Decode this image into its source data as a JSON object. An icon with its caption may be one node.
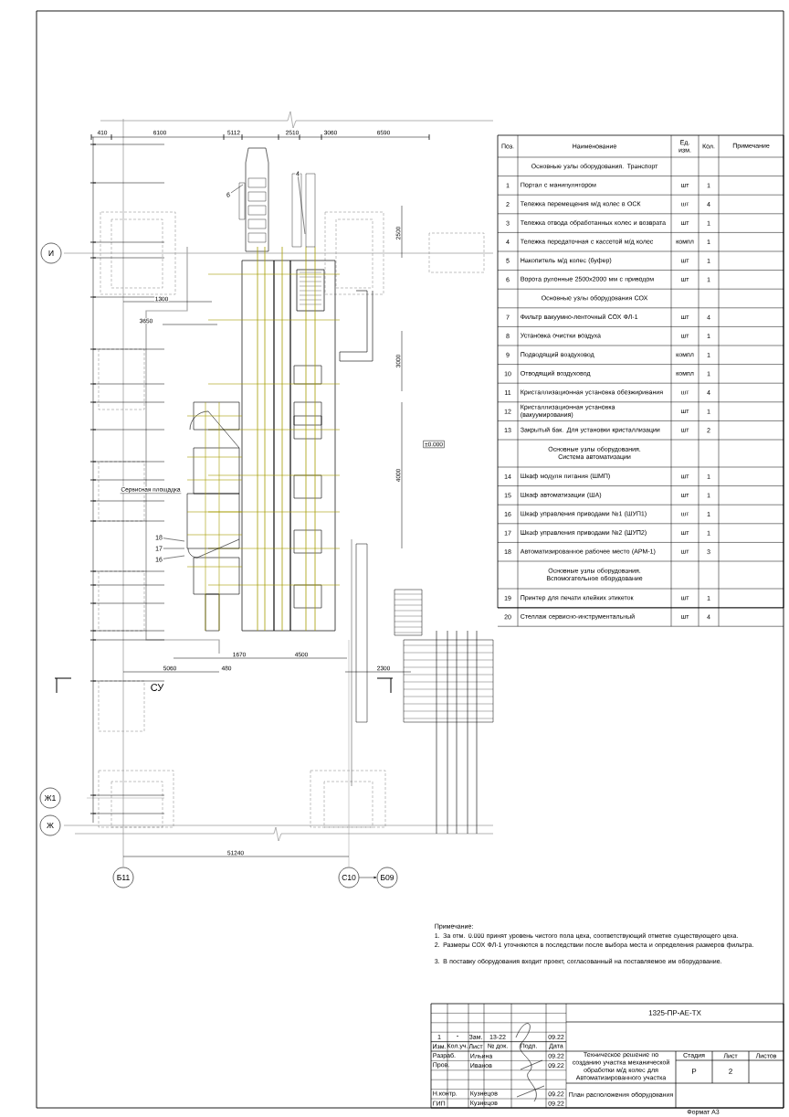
{
  "diagram": {
    "nodes": [
      {
        "text": [
          "И"
        ]
      },
      {
        "text": [
          "Ж1"
        ]
      },
      {
        "text": [
          "Ж"
        ]
      },
      {
        "text": [
          "Б11"
        ]
      },
      {
        "text": [
          "С10"
        ]
      },
      {
        "text": [
          "Б09"
        ]
      },
      {
        "text": [
          "6"
        ]
      },
      {
        "text": [
          "4"
        ]
      },
      {
        "text": [
          "18"
        ]
      },
      {
        "text": [
          "17"
        ]
      },
      {
        "text": [
          "16"
        ]
      }
    ],
    "edges": [
      {
        "from": 4,
        "to": 5,
        "arrow": "to"
      },
      {
        "from": 6,
        "to": null,
        "arrow": "none"
      },
      {
        "from": 7,
        "to": null,
        "arrow": "none"
      },
      {
        "from": 8,
        "to": null,
        "arrow": "none"
      },
      {
        "from": 9,
        "to": null,
        "arrow": "none"
      },
      {
        "from": 10,
        "to": null,
        "arrow": "none"
      }
    ],
    "labels": [
      "410",
      "6100",
      "5112",
      "2510",
      "3060",
      "6590",
      "2500",
      "1300",
      "3650",
      "±0.000",
      "3000",
      "4000",
      "1670",
      "4500",
      "5060",
      "480",
      "2300",
      "51240",
      "СУ",
      "Сервисная площадка",
      "Поз.",
      "Наименование",
      "Ед. изм.",
      "Кол.",
      "Примечание",
      "Основные узлы оборудования. Транспорт",
      "1",
      "Портал с манипулятором",
      "шт",
      "1",
      "2",
      "Тележка перемещения м/д колес в ОСК",
      "шт",
      "4",
      "3",
      "Тележка отвода обработанных колес и возврата",
      "шт",
      "1",
      "4",
      "Тележка передаточная с кассетой м/д колес",
      "компл",
      "1",
      "5",
      "Накопитель м/д колес (буфер)",
      "шт",
      "1",
      "6",
      "Ворота рулонные 2500х2000 мм с приводом",
      "шт",
      "1",
      "Основные узлы оборудования СОХ",
      "7",
      "Фильтр вакуумно-ленточный СОХ ФЛ-1",
      "шт",
      "4",
      "8",
      "Установка очистки воздуха",
      "шт",
      "1",
      "9",
      "Подводящий воздуховод",
      "компл",
      "1",
      "10",
      "Отводящий воздуховод",
      "компл",
      "1",
      "11",
      "Кристаллизационная установка обезжиривания",
      "шт",
      "4",
      "12",
      "Кристаллизационная установка (вакуумирования)",
      "шт",
      "1",
      "13",
      "Закрытый бак. Для установки кристаллизации",
      "шт",
      "2",
      "Основные узлы оборудования. Система автоматизации",
      "14",
      "Шкаф модуля питания (ШМП)",
      "шт",
      "1",
      "15",
      "Шкаф автоматизации (ША)",
      "шт",
      "1",
      "16",
      "Шкаф управления приводами №1 (ШУП1)",
      "шт",
      "1",
      "17",
      "Шкаф управления приводами №2 (ШУП2)",
      "шт",
      "1",
      "18",
      "Автоматизированное рабочее место (АРМ-1)",
      "шт",
      "3",
      "Основные узлы оборудования. Вспомогательное оборудование",
      "19",
      "Принтер для печати клейких этикеток",
      "шт",
      "1",
      "20",
      "Стеллаж сервисно-инструментальный",
      "шт",
      "4",
      "Примечание:",
      "1. За отм. 0.000 принят уровень чистого пола цеха, соответствующий отметке существующего цеха.",
      "2. Размеры СОХ ФЛ-1 уточняются в последствии после выбора места и определения размеров фильтра.",
      "3. В поставку оборудования входит проект, согласованный на поставляемое им оборудование.",
      "1325-ПР-АЕ-ТХ",
      "1",
      "-",
      "Зам.",
      "13-22",
      "09.22",
      "Изм.",
      "Кол.уч.",
      "Лист",
      "№ док.",
      "Подп.",
      "Дата",
      "Разраб.",
      "Ильина",
      "09.22",
      "Пров.",
      "Иванов",
      "09.22",
      "Н.контр.",
      "Кузнецов",
      "09.22",
      "ГИП",
      "Кузнецов",
      "09.22",
      "Техническое решение по созданию участка механической обработки м/д колес для Автоматизированного участка",
      "Стадия",
      "Лист",
      "Листов",
      "Р",
      "2",
      "План расположения оборудования",
      "Формат А3"
    ]
  }
}
